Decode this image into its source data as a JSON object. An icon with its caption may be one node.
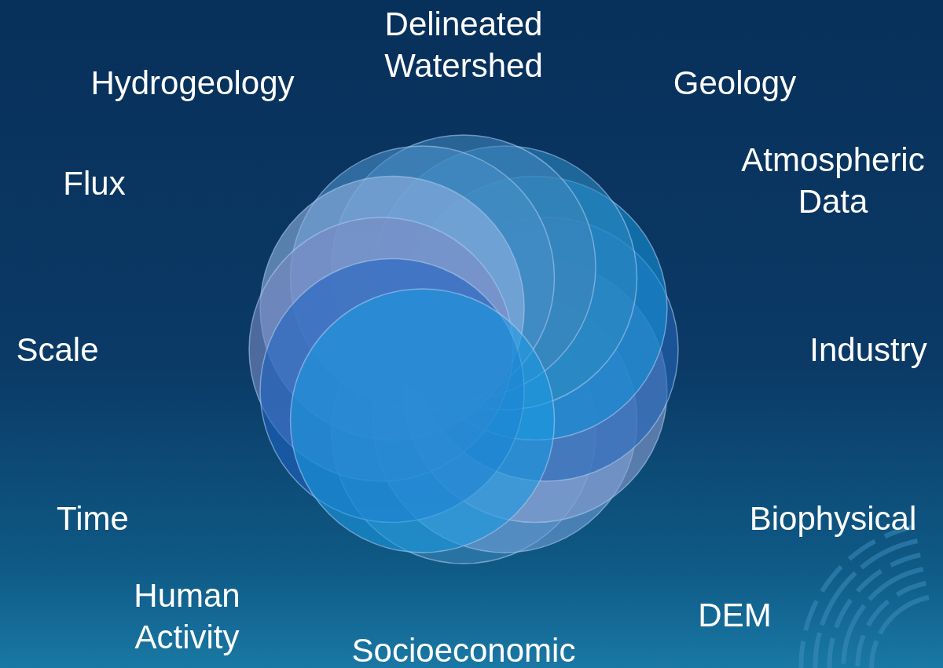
{
  "diagram": {
    "labels": [
      "Delineated Watershed",
      "Hydrogeology",
      "Geology",
      "Atmospheric Data",
      "Flux",
      "Scale",
      "Industry",
      "Time",
      "Biophysical",
      "Human Activity",
      "DEM",
      "Socioeconomic"
    ]
  }
}
